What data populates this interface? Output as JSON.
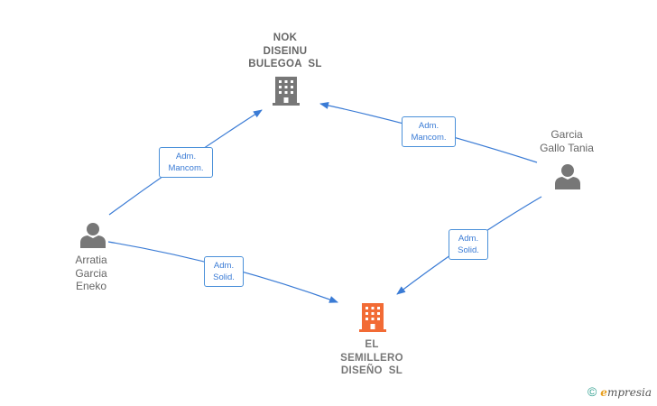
{
  "colors": {
    "edge": "#3a7bd5",
    "company_gray": "#777777",
    "company_main": "#f26b35",
    "person": "#777777"
  },
  "nodes": {
    "nok": {
      "lines": [
        "NOK",
        "DISEINU",
        "BULEGOA  SL"
      ],
      "icon": "building-icon"
    },
    "semillero": {
      "lines": [
        "EL",
        "SEMILLERO",
        "DISEÑO  SL"
      ],
      "icon": "building-icon"
    },
    "garcia": {
      "lines": [
        "Garcia",
        "Gallo Tania"
      ],
      "icon": "person-icon"
    },
    "arratia": {
      "lines": [
        "Arratia",
        "Garcia",
        "Eneko"
      ],
      "icon": "person-icon"
    }
  },
  "edges": [
    {
      "from": "arratia",
      "to": "nok",
      "label": [
        "Adm.",
        "Mancom."
      ]
    },
    {
      "from": "garcia",
      "to": "nok",
      "label": [
        "Adm.",
        "Mancom."
      ]
    },
    {
      "from": "arratia",
      "to": "semillero",
      "label": [
        "Adm.",
        "Solid."
      ]
    },
    {
      "from": "garcia",
      "to": "semillero",
      "label": [
        "Adm.",
        "Solid."
      ]
    }
  ],
  "footer": {
    "symbol": "©",
    "brand_first": "e",
    "brand_rest": "mpresia"
  }
}
